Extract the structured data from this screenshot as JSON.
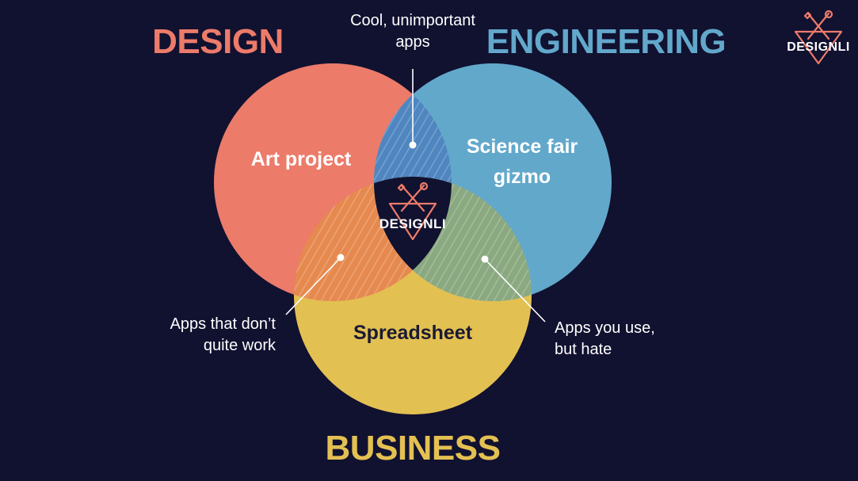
{
  "sets": {
    "design": {
      "title": "DESIGN",
      "color": "#ec7b6a"
    },
    "engineering": {
      "title": "ENGINEERING",
      "color": "#62a8cb"
    },
    "business": {
      "title": "BUSINESS",
      "color": "#e3c052"
    }
  },
  "regions": {
    "design_only": "Art project",
    "engineering_only": {
      "line1": "Science fair",
      "line2": "gizmo"
    },
    "business_only": "Spreadsheet"
  },
  "callouts": {
    "design_engineering": {
      "line1": "Cool, unimportant",
      "line2": "apps"
    },
    "design_business": {
      "line1": "Apps that don’t",
      "line2": "quite work"
    },
    "engineering_business": {
      "line1": "Apps you use,",
      "line2": "but hate"
    }
  },
  "logo": {
    "text": "DESIGNLI",
    "color": "#ec7b6a",
    "icon": "triangle-cross-wrench-icon"
  },
  "colors": {
    "background": "#111130",
    "center": "#111130",
    "text_light": "#ffffff",
    "text_dark": "#1a1a33"
  }
}
